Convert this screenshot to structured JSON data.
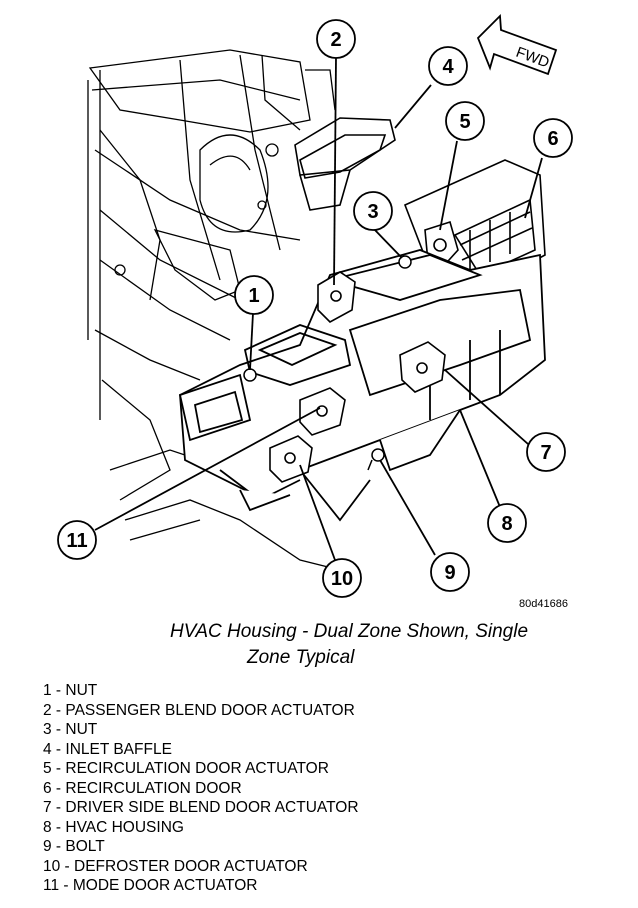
{
  "figure": {
    "id": "80d41686",
    "direction_label": "FWD",
    "caption_line1": "HVAC Housing - Dual Zone Shown, Single",
    "caption_line2": "Zone Typical",
    "callouts": [
      "1",
      "2",
      "3",
      "4",
      "5",
      "6",
      "7",
      "8",
      "9",
      "10",
      "11"
    ]
  },
  "legend": [
    "1 - NUT",
    "2 - PASSENGER BLEND DOOR ACTUATOR",
    "3 - NUT",
    "4 - INLET BAFFLE",
    "5 - RECIRCULATION DOOR ACTUATOR",
    "6 - RECIRCULATION DOOR",
    "7 - DRIVER SIDE BLEND DOOR ACTUATOR",
    "8 - HVAC HOUSING",
    "9 - BOLT",
    "10 - DEFROSTER DOOR ACTUATOR",
    "11 - MODE DOOR ACTUATOR"
  ]
}
